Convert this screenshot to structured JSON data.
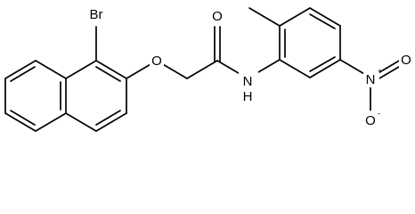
{
  "molecule": {
    "atoms": {
      "br": "Br",
      "o_ether": "O",
      "o_carbonyl": "O",
      "n_amide": "N",
      "h_amide": "H",
      "n_nitro": "N",
      "o_nitro_top": "O",
      "o_nitro_bottom": "O",
      "plus_charge": "+",
      "minus_charge": "-"
    }
  }
}
